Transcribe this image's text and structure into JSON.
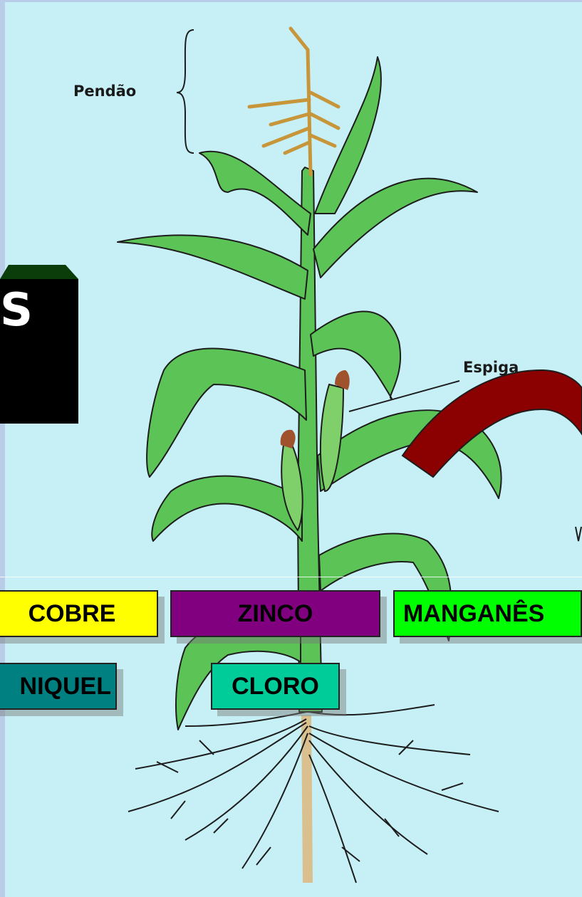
{
  "diagram": {
    "labels": {
      "tassel": "Pendão",
      "ear": "Espiga"
    },
    "title_partial": "S",
    "elements": [
      {
        "name": "COBRE",
        "bg": "#ffff00",
        "fg": "#000000"
      },
      {
        "name": "ZINCO",
        "bg": "#800080",
        "fg": "#000000"
      },
      {
        "name": "MANGANÊS",
        "bg": "#00ff00",
        "fg": "#000000"
      },
      {
        "name": "NIQUEL",
        "bg": "#008080",
        "fg": "#000000"
      },
      {
        "name": "CLORO",
        "bg": "#00cc99",
        "fg": "#000000"
      }
    ],
    "colors": {
      "background": "#c6f0f6",
      "leaf": "#5cc456",
      "leaf_outline": "#1d1d1d",
      "tassel": "#c8963a",
      "silk": "#a0522d",
      "root_main": "#d9c08e",
      "arrow": "#8b0000",
      "title_box": "#000000",
      "title_bevel": "#0a3d0a"
    }
  }
}
